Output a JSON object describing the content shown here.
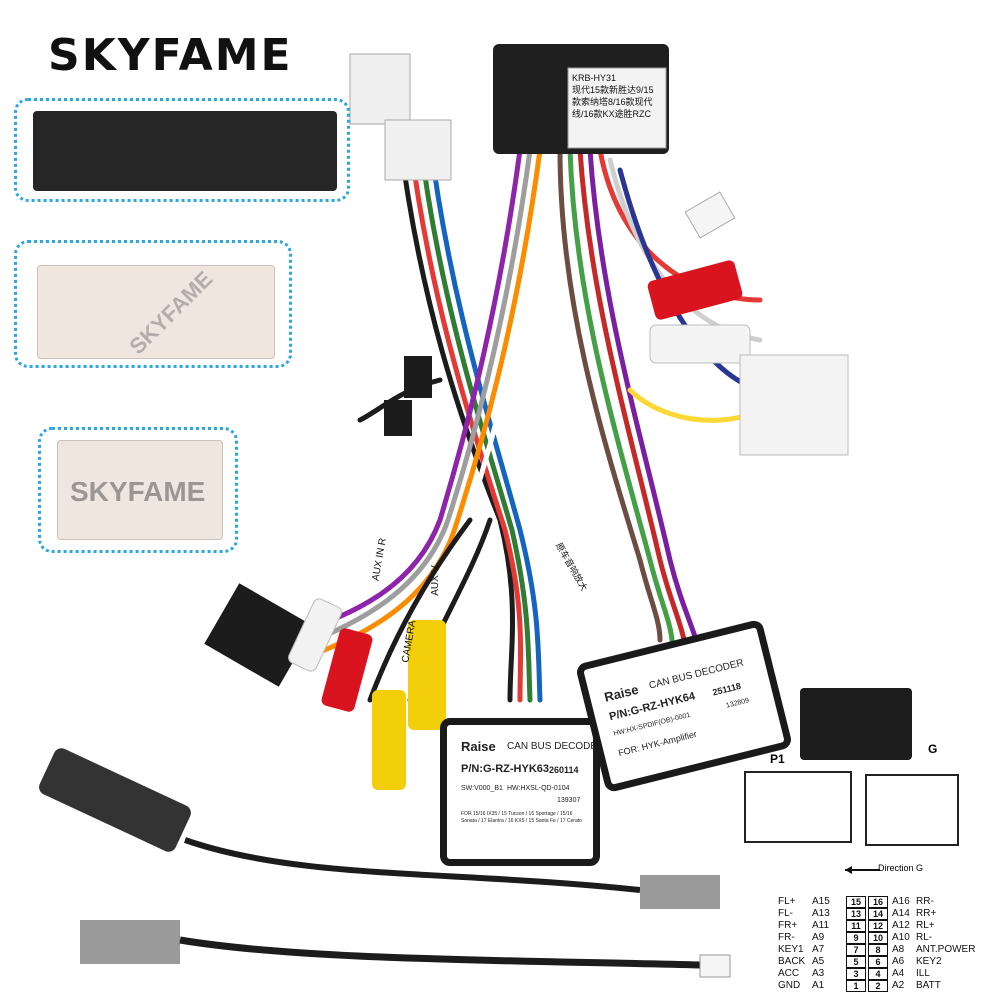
{
  "brand": {
    "name": "SKYFAME",
    "watermark": "SKYFAME"
  },
  "main_connector": {
    "label_line1": "KRB-HY31",
    "label_line2": "现代15款新胜达9/15",
    "label_line3": "款索纳塔8/16款现代",
    "label_line4": "线/16款KX途胜RZC"
  },
  "cable_tags": {
    "aux_in_r": "AUX IN R",
    "aux_v": "AUX-V",
    "camera": "CAMERA",
    "chinese_tag": "原车音响放大"
  },
  "decoder_left": {
    "brand": "Raise",
    "title": "CAN BUS DECODER",
    "pn": "P/N:G-RZ-HYK63",
    "code": "260114",
    "sw": "SW:V000_B1",
    "hw": "HW:HXSL-QD-0104",
    "serial": "139307",
    "fine_print": "FOR 15/16 IX35 / 15 Tucson / 16 Sportage / 15/16 Sonata / 17 Elantra / 16 KX5 / 15 Santa Fe / 17 Cerato"
  },
  "decoder_right": {
    "brand": "Raise",
    "title": "CAN BUS DECODER",
    "pn": "P/N:G-RZ-HYK64",
    "code": "251118",
    "hw": "HW:HX-SPDIF(OB)-0001",
    "serial": "132809",
    "for_text": "FOR: HYK-Amplifier"
  },
  "diagram": {
    "p1_label": "P1",
    "g_label": "G",
    "direction": "Direction G"
  },
  "pinout": [
    {
      "left_name": "FL+",
      "left_pin": "A15",
      "left_num": "15",
      "right_num": "16",
      "right_pin": "A16",
      "right_name": "RR-"
    },
    {
      "left_name": "FL-",
      "left_pin": "A13",
      "left_num": "13",
      "right_num": "14",
      "right_pin": "A14",
      "right_name": "RR+"
    },
    {
      "left_name": "FR+",
      "left_pin": "A11",
      "left_num": "11",
      "right_num": "12",
      "right_pin": "A12",
      "right_name": "RL+"
    },
    {
      "left_name": "FR-",
      "left_pin": "A9",
      "left_num": "9",
      "right_num": "10",
      "right_pin": "A10",
      "right_name": "RL-"
    },
    {
      "left_name": "KEY1",
      "left_pin": "A7",
      "left_num": "7",
      "right_num": "8",
      "right_pin": "A8",
      "right_name": "ANT.POWER"
    },
    {
      "left_name": "BACK",
      "left_pin": "A5",
      "left_num": "5",
      "right_num": "6",
      "right_pin": "A6",
      "right_name": "KEY2"
    },
    {
      "left_name": "ACC",
      "left_pin": "A3",
      "left_num": "3",
      "right_num": "4",
      "right_pin": "A4",
      "right_name": "ILL"
    },
    {
      "left_name": "GND",
      "left_pin": "A1",
      "left_num": "1",
      "right_num": "2",
      "right_pin": "A2",
      "right_name": "BATT"
    }
  ],
  "colors": {
    "accent_dots": "#2aa7e0",
    "module_border": "#1a1a1a",
    "rca_red": "#d9141e",
    "rca_yellow": "#f2cf0a",
    "rca_white": "#f2f2f2"
  }
}
